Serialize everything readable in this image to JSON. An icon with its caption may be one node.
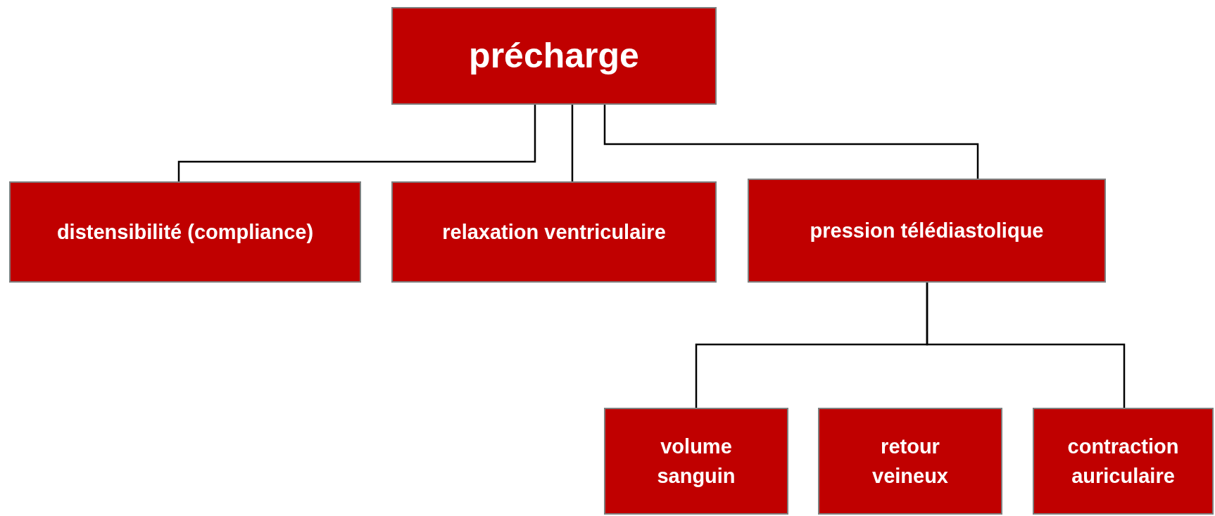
{
  "diagram": {
    "nodes": [
      {
        "text": [
          "précharge"
        ]
      },
      {
        "text": [
          "distensibilité (compliance)"
        ]
      },
      {
        "text": [
          "relaxation ventriculaire"
        ]
      },
      {
        "text": [
          "pression télédiastolique"
        ]
      },
      {
        "text": [
          "volume sanguin"
        ]
      },
      {
        "text": [
          "retour veineux"
        ]
      },
      {
        "text": [
          "contraction auriculaire"
        ]
      }
    ],
    "edges": [
      {
        "from": 0,
        "to": 1,
        "arrow": "none"
      },
      {
        "from": 0,
        "to": 2,
        "arrow": "none"
      },
      {
        "from": 0,
        "to": 3,
        "arrow": "none"
      },
      {
        "from": 3,
        "to": 4,
        "arrow": "none"
      },
      {
        "from": 3,
        "to": 6,
        "arrow": "none"
      }
    ]
  }
}
